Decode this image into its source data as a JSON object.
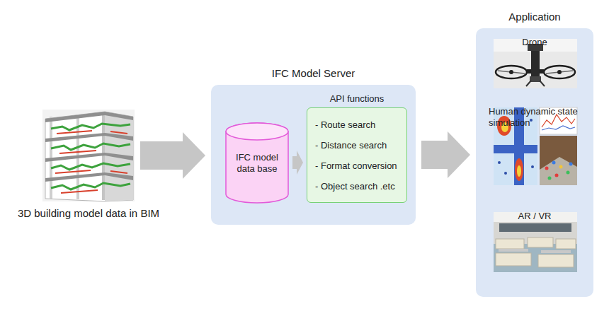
{
  "diagram": {
    "nodes": [
      {
        "text": [
          "3D building model data in BIM"
        ]
      },
      {
        "text": [
          "IFC Model Server"
        ]
      },
      {
        "text": [
          "IFC model data base"
        ],
        "in": 1
      },
      {
        "text": [
          "API functions",
          "- Route search",
          "- Distance search",
          "- Format conversion",
          "- Object search .etc"
        ],
        "in": 1
      },
      {
        "text": [
          "Application"
        ]
      },
      {
        "text": [
          "Drone"
        ],
        "in": 4
      },
      {
        "text": [
          "Human dynamic state simulation"
        ],
        "in": 4
      },
      {
        "text": [
          "AR / VR"
        ],
        "in": 4
      }
    ],
    "edges": [
      {
        "from": 0,
        "to": 1,
        "arrow": "to"
      },
      {
        "from": 2,
        "to": 3,
        "arrow": "to"
      },
      {
        "from": 1,
        "to": 4,
        "arrow": "to"
      }
    ]
  }
}
